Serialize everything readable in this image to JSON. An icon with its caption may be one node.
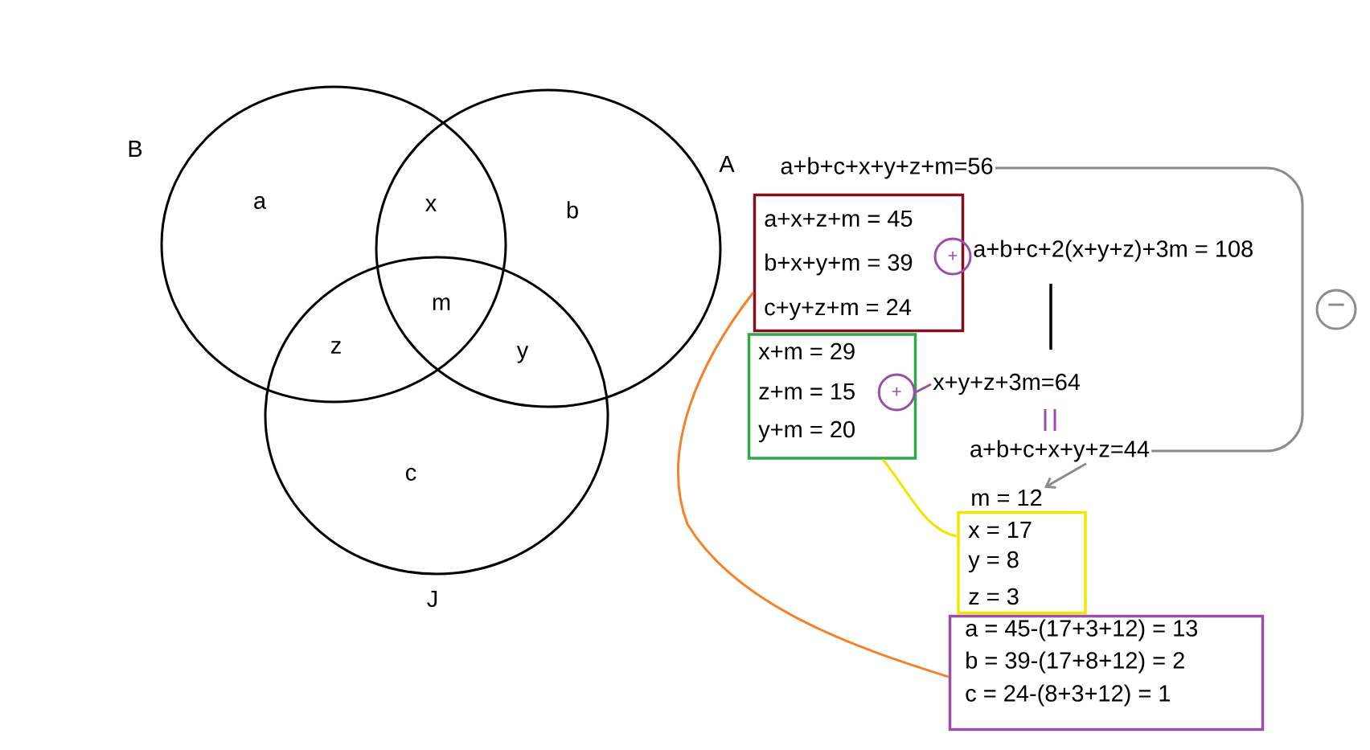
{
  "diagram": {
    "nodes": [
      {
        "text": [
          "B"
        ]
      },
      {
        "text": [
          "A"
        ]
      },
      {
        "text": [
          "J"
        ]
      },
      {
        "text": [
          "a+b+c+x+y+z+m=56"
        ]
      },
      {
        "text": [
          "a+x+z+m = 45",
          "b+x+y+m = 39",
          "c+y+z+m = 24"
        ]
      },
      {
        "text": [
          "+"
        ]
      },
      {
        "text": [
          "a+b+c+2(x+y+z)+3m = 108"
        ]
      },
      {
        "text": [
          "−"
        ]
      },
      {
        "text": [
          "x+m = 29",
          "z+m = 15",
          "y+m = 20"
        ]
      },
      {
        "text": [
          "+"
        ],
        "in": 8
      },
      {
        "text": [
          "x+y+z+3m=64"
        ]
      },
      {
        "text": [
          "a+b+c+x+y+z=44"
        ]
      },
      {
        "text": [
          "m = 12"
        ]
      },
      {
        "text": [
          "x = 17",
          "y = 8",
          "z = 3"
        ]
      },
      {
        "text": [
          "a = 45-(17+3+12) = 13",
          "b = 39-(17+8+12) = 2",
          "c = 24-(8+3+12) = 1"
        ]
      }
    ],
    "edges": [
      {
        "from": 3,
        "to": 11,
        "arrow": "none",
        "color": "#8c8c8c"
      },
      {
        "from": 11,
        "to": 12,
        "arrow": "to",
        "color": "#8c8c8c"
      },
      {
        "from": 9,
        "to": 10,
        "arrow": "none",
        "color": "#9b4ea8"
      },
      {
        "from": 8,
        "to": 13,
        "arrow": "none",
        "color": "#f2e600"
      },
      {
        "from": 4,
        "to": 14,
        "arrow": "none",
        "color": "#f5822a"
      }
    ],
    "labels": [
      "a",
      "x",
      "b",
      "m",
      "z",
      "y",
      "c"
    ]
  }
}
